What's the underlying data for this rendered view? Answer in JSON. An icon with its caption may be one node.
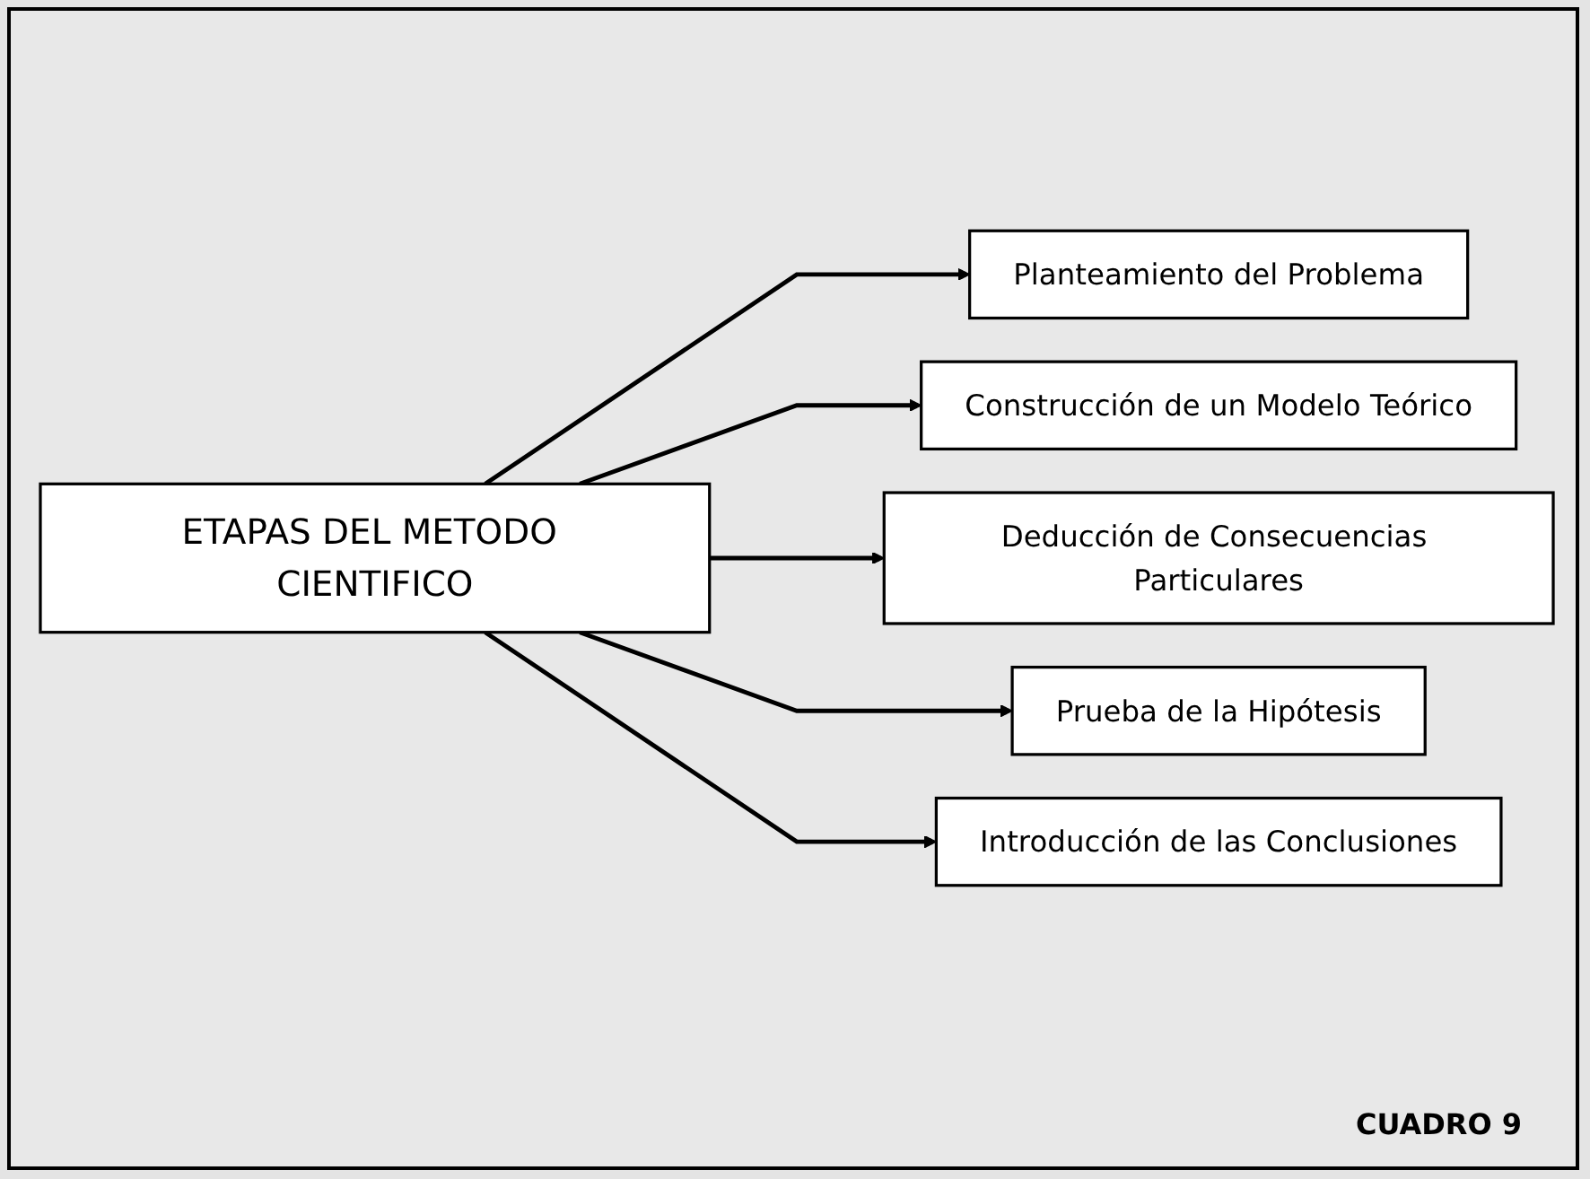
{
  "diagram": {
    "nodes": [
      {
        "text": [
          "ETAPAS DEL METODO CIENTIFICO"
        ]
      },
      {
        "text": [
          "Planteamiento del Problema"
        ]
      },
      {
        "text": [
          "Construcción de un Modelo Teórico"
        ]
      },
      {
        "text": [
          "Deducción de Consecuencias Particulares"
        ]
      },
      {
        "text": [
          "Prueba de la Hipótesis"
        ]
      },
      {
        "text": [
          "Introducción de las Conclusiones"
        ]
      }
    ],
    "edges": [
      {
        "from": 0,
        "to": 1,
        "arrow": "to"
      },
      {
        "from": 0,
        "to": 2,
        "arrow": "to"
      },
      {
        "from": 0,
        "to": 3,
        "arrow": "to"
      },
      {
        "from": 0,
        "to": 4,
        "arrow": "to"
      },
      {
        "from": 0,
        "to": 5,
        "arrow": "to"
      }
    ],
    "labels": [
      "CUADRO 9"
    ]
  }
}
